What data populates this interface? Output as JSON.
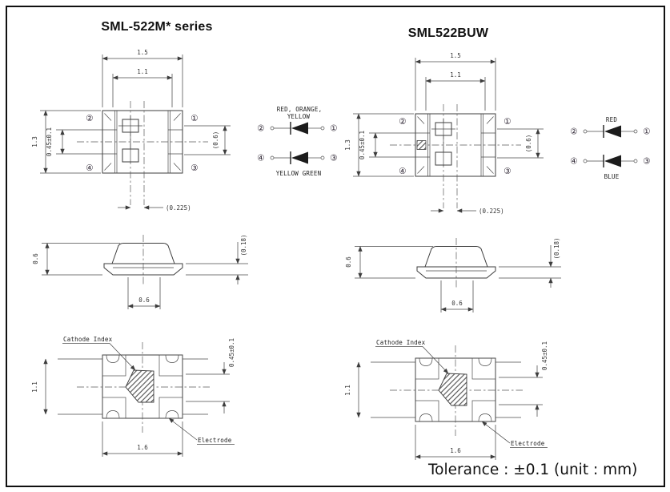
{
  "colors": {
    "ink": "#3d3d3d",
    "paper": "#ffffff"
  },
  "footer": {
    "tolerance": "Tolerance : ±0.1  (unit : mm)"
  },
  "columns": {
    "left": {
      "title": "SML-522M* series",
      "top_view": {
        "width_outer": "1.5",
        "width_inner": "1.1",
        "height": "1.3",
        "chip_pitch": "0.45±0.1",
        "lens": "(0.6)",
        "offset": "(0.225)",
        "pins": {
          "tl": "②",
          "tr": "①",
          "bl": "④",
          "br": "③"
        }
      },
      "circuit": {
        "top_label_1": "RED, ORANGE,",
        "top_label_2": "YELLOW",
        "bottom_label": "YELLOW GREEN",
        "pins": {
          "lt": "②",
          "rt": "①",
          "lb": "④",
          "rb": "③"
        }
      },
      "side_view": {
        "height": "0.6",
        "width": "0.6",
        "terminal": "(0.18)"
      },
      "bottom_view": {
        "cathode": "Cathode Index",
        "electrode": "Electrode",
        "height": "1.1",
        "width": "1.6",
        "pad": "0.45±0.1"
      }
    },
    "right": {
      "title": "SML522BUW",
      "top_view": {
        "width_outer": "1.5",
        "width_inner": "1.1",
        "height": "1.3",
        "chip_pitch": "0.45±0.1",
        "lens": "(0.6)",
        "offset": "(0.225)",
        "pins": {
          "tl": "②",
          "tr": "①",
          "bl": "④",
          "br": "③"
        }
      },
      "circuit": {
        "top_label_1": "",
        "top_label_2": "RED",
        "bottom_label": "BLUE",
        "pins": {
          "lt": "②",
          "rt": "①",
          "lb": "④",
          "rb": "③"
        }
      },
      "side_view": {
        "height": "0.6",
        "width": "0.6",
        "terminal": "(0.18)"
      },
      "bottom_view": {
        "cathode": "Cathode Index",
        "electrode": "Electrode",
        "height": "1.1",
        "width": "1.6",
        "pad": "0.45±0.1"
      }
    }
  }
}
